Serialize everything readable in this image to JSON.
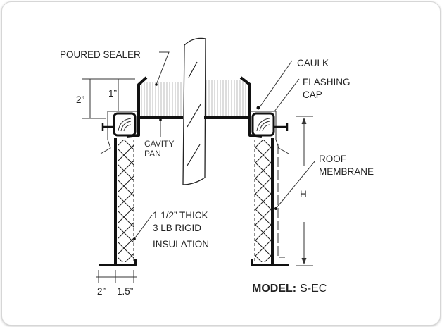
{
  "labels": {
    "poured_sealer": "POURED SEALER",
    "caulk": "CAULK",
    "flashing": "FLASHING",
    "cap": "CAP",
    "roof": "ROOF",
    "membrane": "MEMBRANE",
    "cavity": "CAVITY",
    "pan": "PAN",
    "insulation_1": "1 1/2” THICK",
    "insulation_2": "3 LB RIGID",
    "insulation_3": "INSULATION",
    "dim_2in": "2”",
    "dim_1in": "1”",
    "dim_h": "H",
    "dim_bottom_2in": "2”",
    "dim_bottom_1_5in": "1.5”",
    "model_prefix": "MODEL:",
    "model_name": "S-EC"
  }
}
